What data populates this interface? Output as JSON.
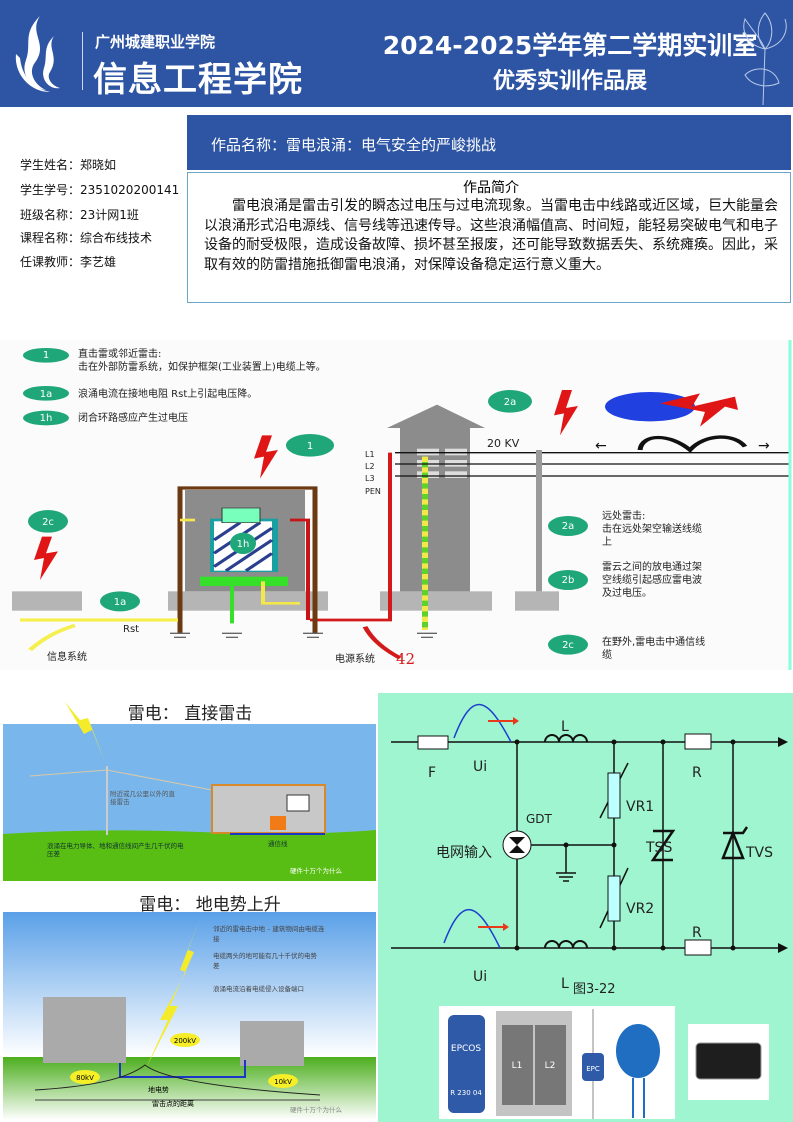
{
  "header": {
    "school": "广州城建职业学院",
    "department": "信息工程学院",
    "title_line1": "2024-2025学年第二学期实训室",
    "title_line2": "优秀实训作品展"
  },
  "student": {
    "name": "学生姓名：郑晓如",
    "id": "学生学号：2351020200141",
    "class": "班级名称：23计网1班",
    "course": "课程名称：综合布线技术",
    "teacher": "任课教师：李艺雄"
  },
  "work": {
    "title": "作品名称：雷电浪涌：电气安全的严峻挑战",
    "intro_heading": "作品简介",
    "intro_text": "雷电浪涌是雷击引发的瞬态过电压与过电流现象。当雷电击中线路或近区域，巨大能量会以浪涌形式沿电源线、信号线等迅速传导。这些浪涌幅值高、时间短，能轻易突破电气和电子设备的耐受极限，造成设备故障、损坏甚至报废，还可能导致数据丢失、系统瘫痪。因此，采取有效的防雷措施抵御雷电浪涌，对保障设备稳定运行意义重大。"
  },
  "diagram1": {
    "badges": {
      "b1": "1",
      "b1a": "1a",
      "b1h": "1h",
      "b2a": "2a",
      "b2b": "2b",
      "b2c": "2c"
    },
    "legend1_l1": "直击雷或邻近雷击:",
    "legend1_l2": "击在外部防雷系统，如保护框架(工业装置上)电缆上等。",
    "legend1a": "浪涌电流在接地电阻 Rst上引起电压降。",
    "legend1h": "闭合环路感应产生过电压",
    "voltage": "20 KV",
    "l1": "L1",
    "l2": "L2",
    "l3": "L3",
    "pen": "PEN",
    "rst": "Rst",
    "info_system": "信息系统",
    "power_system": "电源系统",
    "page_no": "42",
    "r2a_l1": "远处雷击:",
    "r2a_l2": "击在远处架空输送线缆",
    "r2a_l3": "上",
    "r2b_l1": "雷云之间的放电通过架",
    "r2b_l2": "空线缆引起感应雷电波",
    "r2b_l3": "及过电压。",
    "r2c_l1": "在野外,雷电击中通信线",
    "r2c_l2": "缆"
  },
  "diagram2": {
    "title_a": "雷电：  直接雷击",
    "a_note1": "附近或几公里以外的直",
    "a_note2": "接雷击",
    "a_note3": "浪涌在电力导体、地和通信线间产生几千伏的电",
    "a_note4": "压差",
    "a_comm": "通信线",
    "watermark": "硬件十万个为什么",
    "title_b": "雷电：  地电势上升",
    "b_note1": "邻近的雷电击中地 – 建筑物间由电缆连",
    "b_note2": "接",
    "b_note3": "电缆两头的地可能有几十千伏的电势",
    "b_note4": "差",
    "b_note5": "浪涌电流沿着电缆侵入设备端口",
    "v200": "200kV",
    "v80": "80kV",
    "v10": "10kV",
    "ground_potential": "地电势",
    "distance": "雷击点的距离"
  },
  "diagram3": {
    "F": "F",
    "Ui": "Ui",
    "L": "L",
    "R": "R",
    "VR1": "VR1",
    "VR2": "VR2",
    "GDT": "GDT",
    "grid_input": "电网输入",
    "TSS": "TSS",
    "TVS": "TVS",
    "fig": "图3-22",
    "epcos": "EPCOS",
    "part_no": "R 230 04",
    "L1": "L1",
    "L2": "L2",
    "epc": "EPC"
  }
}
